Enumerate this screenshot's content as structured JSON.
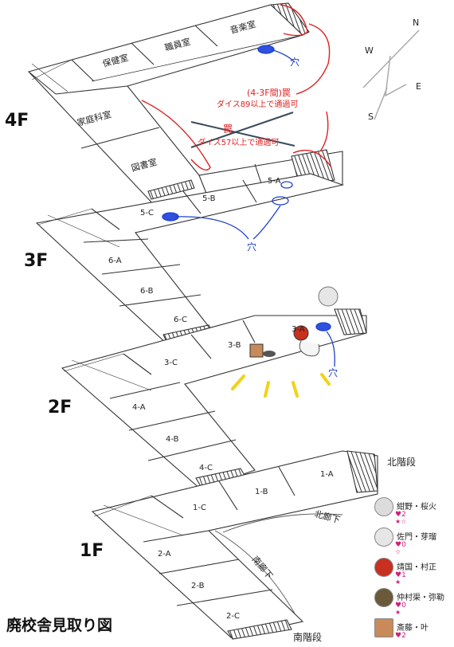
{
  "title": "廃校舎見取り図",
  "compass": {
    "n": "N",
    "s": "S",
    "e": "E",
    "w": "W"
  },
  "floors": {
    "f1": "1F",
    "f2": "2F",
    "f3": "3F",
    "f4": "4F"
  },
  "rooms": {
    "r4_hoken": "保健室",
    "r4_shokuin": "職員室",
    "r4_ongaku": "音楽室",
    "r4_katei": "家庭科室",
    "r4_tosho": "図書室",
    "r3_5a": "5-A",
    "r3_5b": "5-B",
    "r3_5c": "5-C",
    "r3_6a": "6-A",
    "r3_6b": "6-B",
    "r3_6c": "6-C",
    "r2_3a": "3-A",
    "r2_3b": "3-B",
    "r2_3c": "3-C",
    "r2_4a": "4-A",
    "r2_4b": "4-B",
    "r2_4c": "4-C",
    "r1_1a": "1-A",
    "r1_1b": "1-B",
    "r1_1c": "1-C",
    "r1_2a": "2-A",
    "r1_2b": "2-B",
    "r1_2c": "2-C"
  },
  "labels": {
    "north_stairs": "北階段",
    "south_stairs": "南階段",
    "north_corridor": "北廊下",
    "south_corridor": "南廊下",
    "hole": "穴"
  },
  "traps": {
    "trap_header": "(4-3F間)罠",
    "trap_cond1": "ダイス89以上で通過可",
    "trap_crossed": "罠",
    "trap_cond2": "ダイス57以上で通過可"
  },
  "colors": {
    "trap_red": "#e02020",
    "hole_blue": "#2040d0",
    "heart": "#d0207a"
  },
  "party": [
    {
      "name": "紺野・桜火",
      "hearts": "♥2",
      "stars": "★☆",
      "face": "#dcdcdc"
    },
    {
      "name": "佐門・芽瑠",
      "hearts": "♥0",
      "stars": "☆",
      "face": "#e6e6e6"
    },
    {
      "name": "靖国・村正",
      "hearts": "♥1",
      "stars": "★",
      "face": "#c83020"
    },
    {
      "name": "仲村渠・弥勒",
      "hearts": "♥0",
      "stars": "★",
      "face": "#6b5a3a"
    },
    {
      "name": "斎藤・叶",
      "hearts": "♥2",
      "stars": "",
      "face": "#c98a5a"
    }
  ]
}
